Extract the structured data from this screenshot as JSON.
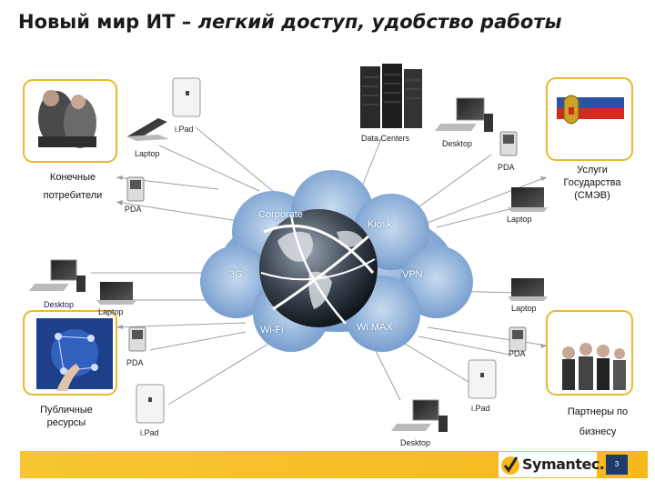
{
  "title": {
    "main": "Новый мир ИТ  –",
    "italic": "легкий доступ, удобство работы"
  },
  "cloud": {
    "labels": {
      "corporate": "Corporate",
      "kiosk": "Kiosk",
      "g3": "3G",
      "vpn": "VPN",
      "wifi": "Wi-Fi",
      "wimax": "Wi.MAX"
    }
  },
  "groups": {
    "consumers": {
      "line1": "Конечные",
      "line2": "потребители"
    },
    "government": {
      "line1": "Услуги",
      "line2": "Государства",
      "line3": "(СМЭВ)"
    },
    "public": {
      "line1": "Публичные",
      "line2": "ресурсы"
    },
    "partners": {
      "line1": "Партнеры по",
      "line2": "бизнесу"
    }
  },
  "devices": {
    "ipad_top": "i.Pad",
    "laptop_top": "Laptop",
    "datacenters": "Data.Centers",
    "desktop_top": "Desktop",
    "pda_top_right": "PDA",
    "pda_left": "PDA",
    "laptop_right": "Laptop",
    "desktop_left": "Desktop",
    "laptop_left": "Laptop",
    "laptop_right2": "Laptop",
    "pda_left2": "PDA",
    "pda_right2": "PDA",
    "ipad_left": "i.Pad",
    "ipad_right": "i.Pad",
    "desktop_bottom": "Desktop"
  },
  "footer": {
    "brand": "Symantec.",
    "page": "3"
  },
  "colors": {
    "accent": "#f6b81c",
    "cloud": "#8fb1d8",
    "frame": "#e8b830"
  }
}
